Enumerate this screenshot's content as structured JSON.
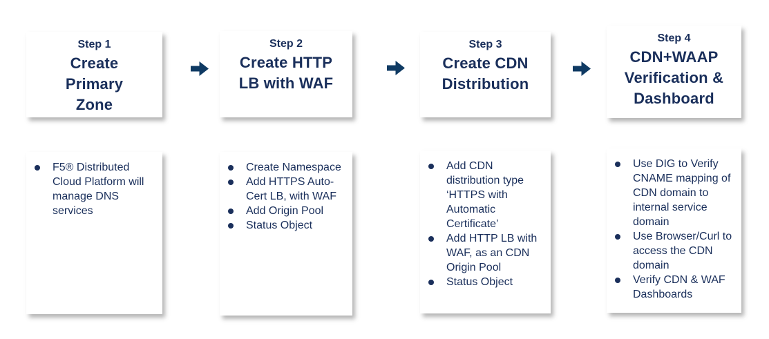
{
  "palette": {
    "text_navy": "#1A2F5B",
    "arrow_navy": "#0F3A63",
    "box_background": "#FFFFFF",
    "page_background": "#FFFFFF",
    "shadow": "rgba(90,90,90,0.45)"
  },
  "icons": {
    "step_connector": "right-arrow-icon",
    "list_marker": "bullet-dot-icon"
  },
  "steps": [
    {
      "label": "Step 1",
      "title": "Create Primary Zone",
      "title_lines": [
        "Create",
        "Primary",
        "Zone"
      ],
      "bullets": [
        "F5® Distributed Cloud Platform will manage DNS services"
      ]
    },
    {
      "label": "Step 2",
      "title": "Create HTTP LB with WAF",
      "title_lines": [
        "Create HTTP",
        "LB with WAF"
      ],
      "bullets": [
        "Create Namespace",
        "Add HTTPS Auto-Cert LB, with WAF",
        "Add Origin Pool",
        "Status Object"
      ]
    },
    {
      "label": "Step 3",
      "title": "Create CDN Distribution",
      "title_lines": [
        "Create CDN",
        "Distribution"
      ],
      "bullets": [
        "Add CDN distribution type ‘HTTPS with Automatic Certificate’",
        "Add HTTP LB with WAF, as an CDN Origin Pool",
        "Status Object"
      ]
    },
    {
      "label": "Step 4",
      "title": "CDN+WAAP Verification & Dashboard",
      "title_lines": [
        "CDN+WAAP",
        "Verification &",
        "Dashboard"
      ],
      "bullets": [
        "Use DIG to Verify CNAME mapping of CDN domain to internal service domain",
        "Use Browser/Curl to access the CDN domain",
        "Verify CDN & WAF Dashboards"
      ]
    }
  ]
}
